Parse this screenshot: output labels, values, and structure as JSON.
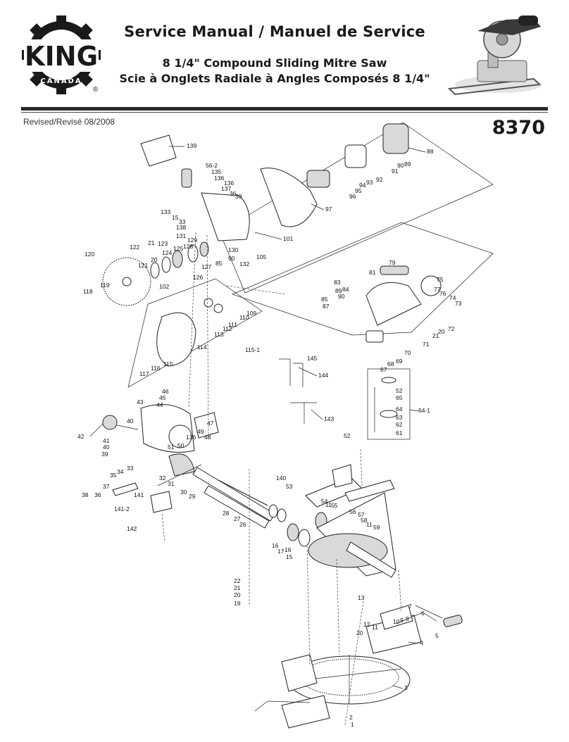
{
  "brand": {
    "name": "KING",
    "sub": "CANADA",
    "reg": "®"
  },
  "header": {
    "title": "Service Manual / Manuel de Service",
    "subtitle_en": "8 1/4\" Compound Sliding Mitre Saw",
    "subtitle_fr": "Scie à Onglets Radiale à Angles Composés 8 1/4\"",
    "revised": "Revised/Revisé 08/2008",
    "model": "8370"
  },
  "parts": {
    "p139": "139",
    "p56_2": "56-2",
    "p135": "135",
    "p136a": "136",
    "p136b": "136",
    "p137": "137",
    "p36a": "36",
    "p38a": "38",
    "p133": "133",
    "p15a": "15",
    "p33a": "33",
    "p138": "138",
    "p131": "131",
    "p129": "129",
    "p130": "130",
    "p132": "132",
    "p105": "105",
    "p101": "101",
    "p90a": "90",
    "p85a": "85",
    "p122": "122",
    "p123": "123",
    "p21a": "21",
    "p20a": "20",
    "p124": "124",
    "p125": "125",
    "p128": "128",
    "p127": "127",
    "p126": "126",
    "p120": "120",
    "p121": "121",
    "p119": "119",
    "p118": "118",
    "p102": "102",
    "p109": "109",
    "p110": "110",
    "p111": "111",
    "p112": "112",
    "p113": "113",
    "p114": "114",
    "p115": "115",
    "p116": "116",
    "p117": "117",
    "p115_1": "115-1",
    "p88": "88",
    "p89": "89",
    "p90b": "90",
    "p91": "91",
    "p92": "92",
    "p93": "93",
    "p94": "94",
    "p95": "95",
    "p96": "96",
    "p97": "97",
    "p79": "79",
    "p75": "75",
    "p77": "77",
    "p76": "76",
    "p74": "74",
    "p73": "73",
    "p81": "81",
    "p83": "83",
    "p84": "84",
    "p89b": "89",
    "p90c": "90",
    "p85b": "85",
    "p87": "87",
    "p72": "72",
    "p20b": "20",
    "p21b": "21",
    "p71": "71",
    "p70": "70",
    "p69": "69",
    "p68": "68",
    "p67": "67",
    "p145": "145",
    "p144": "144",
    "p143": "143",
    "p52a": "52",
    "p65": "65",
    "p64": "64",
    "p63": "63",
    "p62": "62",
    "p61": "61",
    "p64_1": "64-1",
    "p46": "46",
    "p45": "45",
    "p44": "44",
    "p43": "43",
    "p47": "47",
    "p49": "49",
    "p136c": "136",
    "p48": "48",
    "p42": "42",
    "p40a": "40",
    "p41": "41",
    "p40b": "40",
    "p51": "51",
    "p50": "50",
    "p39": "39",
    "p33b": "33",
    "p34": "34",
    "p35": "35",
    "p37": "37",
    "p38b": "38",
    "p36b": "36",
    "p32": "32",
    "p31": "31",
    "p30": "30",
    "p29": "29",
    "p141": "141",
    "p141_2": "141-2",
    "p142": "142",
    "p52b": "52",
    "p140": "140",
    "p53": "53",
    "p54": "54",
    "p11a": "11",
    "p55": "55",
    "p56": "56",
    "p57": "57",
    "p58": "58",
    "p11b": "11",
    "p59": "59",
    "p28": "28",
    "p27": "27",
    "p26": "26",
    "p16a": "16",
    "p17": "17",
    "p16b": "16",
    "p15b": "15",
    "p22": "22",
    "p21c": "21",
    "p20c": "20",
    "p19": "19",
    "p13": "13",
    "p7": "7",
    "p6": "6",
    "p8": "8",
    "p9": "9",
    "p10": "10",
    "p11c": "11",
    "p12": "12",
    "p20d": "20",
    "p5": "5",
    "p4": "4",
    "p3": "3",
    "p2": "2",
    "p1": "1"
  }
}
